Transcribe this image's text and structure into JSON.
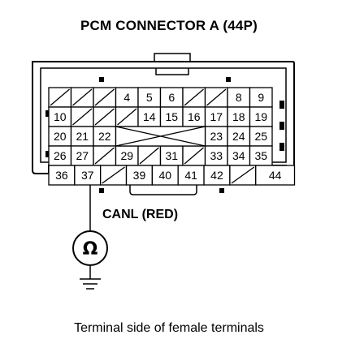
{
  "title": "PCM CONNECTOR A (44P)",
  "signal_label": "CANL (RED)",
  "caption": "Terminal side of female terminals",
  "meter_symbol": "Ω",
  "terminals": {
    "row1": [
      "",
      "",
      "",
      "4",
      "5",
      "6",
      "",
      "",
      "8",
      "9"
    ],
    "row2": [
      "10",
      "",
      "",
      "",
      "14",
      "15",
      "16",
      "17",
      "18",
      "19"
    ],
    "row3": [
      "20",
      "21",
      "22",
      "",
      "",
      "",
      "",
      "23",
      "24",
      "25"
    ],
    "row4": [
      "26",
      "27",
      "",
      "29",
      "",
      "31",
      "",
      "33",
      "34",
      "35"
    ],
    "row5": [
      "36",
      "37",
      "",
      "39",
      "40",
      "41",
      "42",
      "",
      "44"
    ]
  },
  "probe_terminal": "37"
}
